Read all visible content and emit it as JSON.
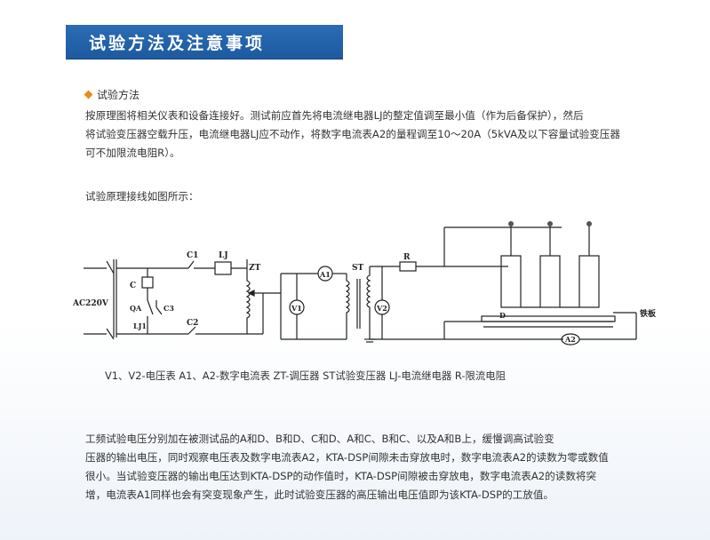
{
  "header": {
    "title": "试验方法及注意事项"
  },
  "section": {
    "heading": "试验方法"
  },
  "method": {
    "lines": [
      "按原理图将相关仪表和设备连接好。测试前应首先将电流继电器LJ的整定值调至最小值（作为后备保护），然后",
      "将试验变压器空载升压，电流继电器LJ应不动作，将数字电流表A2的量程调至10～20A（5kVA及以下容量试验变压器",
      "可不加限流电阻R）。"
    ]
  },
  "diagram_intro": "试验原理接线如图所示：",
  "diagram": {
    "labels": {
      "source": "AC220V",
      "c1": "C1",
      "lj": "LJ",
      "zt": "ZT",
      "a1": "A1",
      "st": "ST",
      "r": "R",
      "c": "C",
      "qa": "QA",
      "c3": "C3",
      "lj1": "LJ1",
      "c2": "C2",
      "v1": "V1",
      "v2": "V2",
      "d": "D",
      "plate": "铁板",
      "a2": "A2"
    }
  },
  "legend": "V1、V2-电压表 A1、A2-数字电流表 ZT-调压器 ST试验变压器 LJ-电流继电器 R-限流电阻",
  "procedure": {
    "lines": [
      "工频试验电压分别加在被测试品的A和D、B和D、C和D、A和C、B和C、以及A和B上，缓慢调高试验变",
      "压器的输出电压，同时观察电压表及数字电流表A2，KTA-DSP间隙未击穿放电时，数字电流表A2的读数为零或数值",
      "很小。当试验变压器的输出电压达到KTA-DSP的动作值时，KTA-DSP间隙被击穿放电，数字电流表A2的读数将突",
      "增，电流表A1同样也会有突变现象产生，此时试验变压器的高压输出电压值即为该KTA-DSP的工放值。"
    ]
  }
}
